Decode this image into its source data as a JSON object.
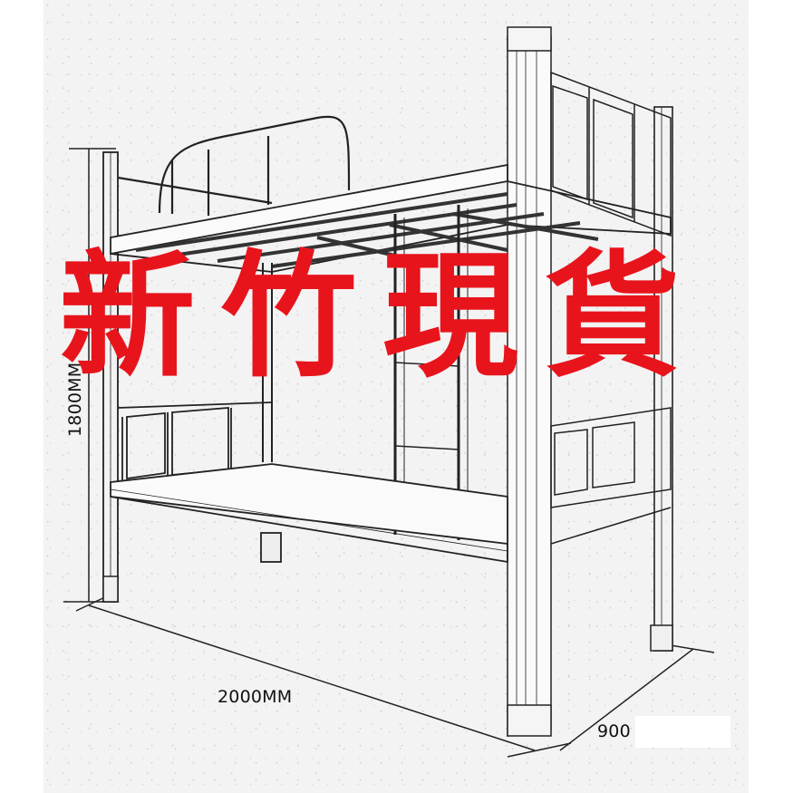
{
  "image": {
    "subject": "metal bunk bed line drawing",
    "background_color": "#f3f3f3",
    "margin_color": "#ffffff"
  },
  "dimensions": {
    "height_label": "1800MM",
    "length_label": "2000MM",
    "depth_label": "900"
  },
  "overlay": {
    "text": "新竹現貨",
    "chars": [
      "新",
      "竹",
      "現",
      "貨"
    ],
    "color": "#e8141c"
  },
  "colors": {
    "line": "#222222",
    "accent_red": "#e8141c"
  }
}
